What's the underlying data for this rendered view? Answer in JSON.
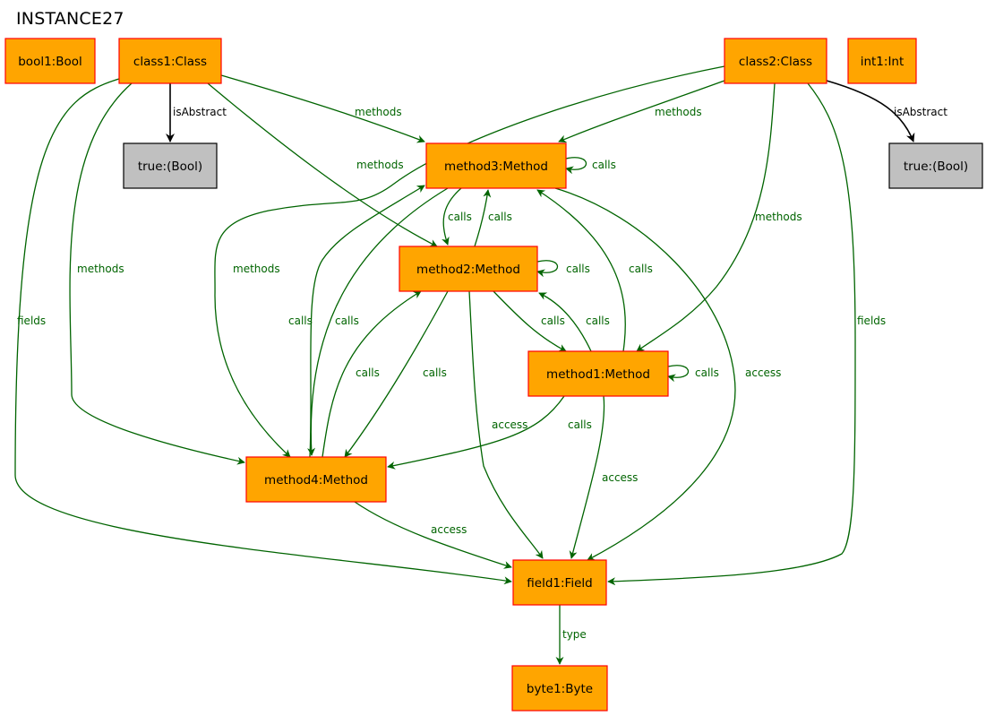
{
  "title": "INSTANCE27",
  "colors": {
    "object_fill": "#ffa500",
    "object_stroke": "#ff0000",
    "value_fill": "#c0c0c0",
    "value_stroke": "#000000",
    "ref_edge": "#006400",
    "attr_edge": "#000000"
  },
  "nodes": [
    {
      "id": "bool1",
      "label": "bool1:Bool",
      "kind": "object"
    },
    {
      "id": "class1",
      "label": "class1:Class",
      "kind": "object"
    },
    {
      "id": "class2",
      "label": "class2:Class",
      "kind": "object"
    },
    {
      "id": "int1",
      "label": "int1:Int",
      "kind": "object"
    },
    {
      "id": "true1",
      "label": "true:(Bool)",
      "kind": "value"
    },
    {
      "id": "true2",
      "label": "true:(Bool)",
      "kind": "value"
    },
    {
      "id": "method3",
      "label": "method3:Method",
      "kind": "object"
    },
    {
      "id": "method2",
      "label": "method2:Method",
      "kind": "object"
    },
    {
      "id": "method1",
      "label": "method1:Method",
      "kind": "object"
    },
    {
      "id": "method4",
      "label": "method4:Method",
      "kind": "object"
    },
    {
      "id": "field1",
      "label": "field1:Field",
      "kind": "object"
    },
    {
      "id": "byte1",
      "label": "byte1:Byte",
      "kind": "object"
    }
  ],
  "edges": [
    {
      "id": "e1",
      "from": "class1",
      "to": "true1",
      "label": "isAbstract",
      "kind": "attr"
    },
    {
      "id": "e2",
      "from": "class2",
      "to": "true2",
      "label": "isAbstract",
      "kind": "attr"
    },
    {
      "id": "e3",
      "from": "class1",
      "to": "method3",
      "label": "methods",
      "kind": "ref"
    },
    {
      "id": "e4",
      "from": "class1",
      "to": "method2",
      "label": "methods",
      "kind": "ref"
    },
    {
      "id": "e5",
      "from": "class1",
      "to": "method4",
      "label": "methods",
      "kind": "ref"
    },
    {
      "id": "e6",
      "from": "class1",
      "to": "field1",
      "label": "fields",
      "kind": "ref"
    },
    {
      "id": "e7",
      "from": "class2",
      "to": "method3",
      "label": "methods",
      "kind": "ref"
    },
    {
      "id": "e8",
      "from": "class2",
      "to": "method4",
      "label": "methods",
      "kind": "ref"
    },
    {
      "id": "e9",
      "from": "class2",
      "to": "method1",
      "label": "methods",
      "kind": "ref"
    },
    {
      "id": "e10",
      "from": "class2",
      "to": "field1",
      "label": "fields",
      "kind": "ref"
    },
    {
      "id": "e11",
      "from": "method3",
      "to": "method3",
      "label": "calls",
      "kind": "ref"
    },
    {
      "id": "e12",
      "from": "method3",
      "to": "method2",
      "label": "calls",
      "kind": "ref"
    },
    {
      "id": "e13",
      "from": "method2",
      "to": "method3",
      "label": "calls",
      "kind": "ref"
    },
    {
      "id": "e14",
      "from": "method2",
      "to": "method2",
      "label": "calls",
      "kind": "ref"
    },
    {
      "id": "e15",
      "from": "method1",
      "to": "method3",
      "label": "calls",
      "kind": "ref"
    },
    {
      "id": "e16",
      "from": "method3",
      "to": "method4",
      "label": "calls",
      "kind": "ref"
    },
    {
      "id": "e17",
      "from": "method4",
      "to": "method3",
      "label": "calls",
      "kind": "ref"
    },
    {
      "id": "e18",
      "from": "method4",
      "to": "method2",
      "label": "calls",
      "kind": "ref"
    },
    {
      "id": "e19",
      "from": "method2",
      "to": "method4",
      "label": "calls",
      "kind": "ref"
    },
    {
      "id": "e20",
      "from": "method2",
      "to": "method1",
      "label": "calls",
      "kind": "ref"
    },
    {
      "id": "e21",
      "from": "method1",
      "to": "method2",
      "label": "calls",
      "kind": "ref"
    },
    {
      "id": "e22",
      "from": "method1",
      "to": "method1",
      "label": "calls",
      "kind": "ref"
    },
    {
      "id": "e23",
      "from": "method1",
      "to": "method4",
      "label": "calls",
      "kind": "ref"
    },
    {
      "id": "e24",
      "from": "method3",
      "to": "field1",
      "label": "access",
      "kind": "ref"
    },
    {
      "id": "e25",
      "from": "method2",
      "to": "field1",
      "label": "access",
      "kind": "ref"
    },
    {
      "id": "e26",
      "from": "method1",
      "to": "field1",
      "label": "access",
      "kind": "ref"
    },
    {
      "id": "e27",
      "from": "method4",
      "to": "field1",
      "label": "access",
      "kind": "ref"
    },
    {
      "id": "e28",
      "from": "field1",
      "to": "byte1",
      "label": "type",
      "kind": "ref"
    }
  ]
}
